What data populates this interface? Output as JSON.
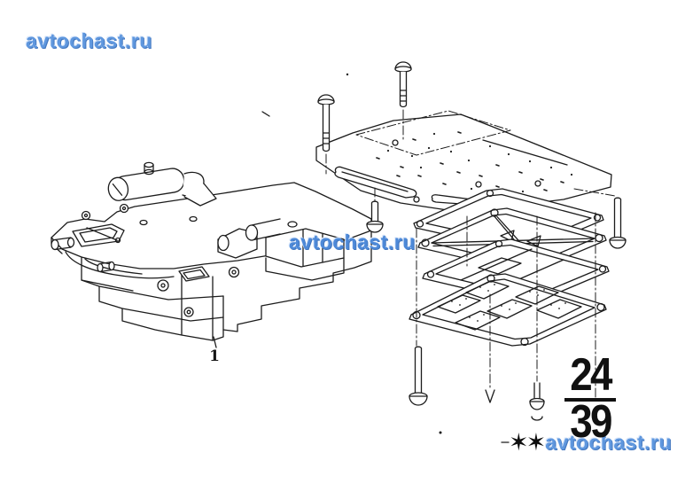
{
  "colors": {
    "watermark_blue": "#5f97de",
    "ink": "#1c1c1c",
    "page_number_black": "#111111",
    "background": "#ffffff"
  },
  "watermarks": {
    "top_left": {
      "text": "avtochast.ru"
    },
    "center": {
      "text": "avtochast.ru"
    },
    "bottom_right": {
      "stars": "✶✶",
      "text": "avtochast.ru"
    }
  },
  "page_indicator": {
    "numerator": "24",
    "denominator": "39"
  },
  "diagram": {
    "callout_label": "1"
  }
}
